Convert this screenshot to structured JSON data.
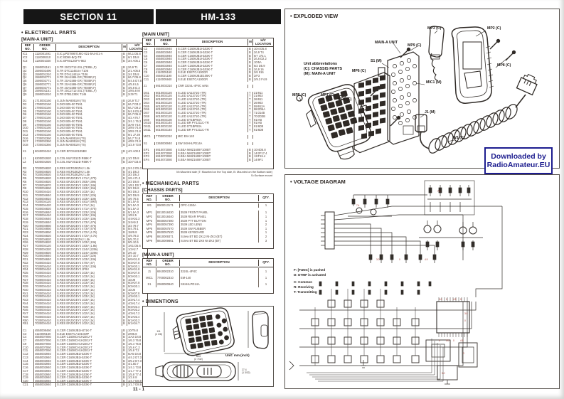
{
  "header": {
    "section": "SECTION 11",
    "model": "HM-133"
  },
  "footer": {
    "page_number": "11 - 1"
  },
  "badge": {
    "line1": "Downloaded by",
    "line2": "RadioAmateur.EU",
    "color": "#1d1d8f"
  },
  "headings": {
    "electrical": "• ELECTRICAL PARTS",
    "main_a_unit": "[MAIN-A UNIT]",
    "main_unit": "[MAIN UNIT]",
    "mechanical": "• MECHANICAL PARTS",
    "chassis_parts": "[CHASSIS PARTS]",
    "main_a_unit2": "[MAIN-A UNIT]",
    "dimensions": "• DIMENTIONS",
    "exploded": "• EXPLODED VIEW",
    "voltage": "• VOLTAGE DIAGRAM"
  },
  "col_headers": {
    "ref": "REF\nNO.",
    "order": "ORDER\nNO.",
    "desc": "DESCRIPTION",
    "m": "M",
    "hv": "H/V\nLOCATION",
    "qty": "QTY."
  },
  "notes": {
    "line1": "M=Mounted side (T: Mounted on the Top side, B: Mounted on the Bottom side)",
    "line2": "S=Surface mount"
  },
  "dimensions_box": {
    "unit_label": "Unit: mm (inch)",
    "height_label": "111\n(4 3/8)",
    "width_label": "56.6\n(2 7/32)",
    "depth_label": "27.4\n(1 3/32)"
  },
  "exploded_labels": {
    "unit_abbrev_1": "Unit abbreviations",
    "unit_abbrev_2": "(C): CHASSIS PARTS",
    "unit_abbrev_3": "(M): MAIN-A UNIT",
    "main_a_unit": "MAIN-A UNIT",
    "mp1": "MP1 (C)",
    "mp2": "MP2 (C)",
    "mp3": "MP3 (C)",
    "mp4": "MP4 (C)",
    "mp5": "MP5 (C)",
    "mp6": "MP6 (C)",
    "mp8": "MP8 (C)",
    "mp9": "MP9 (C)",
    "mic1": "MIC1 (M)",
    "s1": "S1 (M)",
    "j1": "J1 (M)",
    "w1": "W1 (C)"
  },
  "voltage_legend": {
    "l1": "F: [FUNC] is pushed",
    "l2": "D: DTMF is activated",
    "l3": "C: Common",
    "l4": "R: Receiving",
    "l5": "T: Transmitting"
  },
  "tables": {
    "left_rows": [
      [
        "IC1",
        "1110001491",
        "S.IC  µPD789071MC-021-5A4-E1-A",
        "B",
        "9/L1 D5.8"
      ],
      [
        "IC2",
        "1110009310",
        "S.IC  BD90-B/Q-TR",
        "B",
        "6/1 D5.8"
      ],
      [
        "IC3",
        "1130001020",
        "S.IC  BP0SL2OFV-9E2",
        "B",
        "3/4 A05.1"
      ],
      null,
      [
        "Q1",
        "1590001161",
        "S.TR  2SC2712-2SL (TE85L,F)",
        "B",
        "2/L9 T1"
      ],
      [
        "Q2",
        "1590002490",
        "S.TR  DTC114EUA T106",
        "B",
        "2/1 A05.8"
      ],
      [
        "Q3",
        "1590001310",
        "S.TR  DTA114EUA T106",
        "B",
        "2/4 D5.8"
      ],
      [
        "Q4",
        "1590002771",
        "S.TR  2SA1586-GR (TE85R,F)",
        "B",
        "6/L7 D5.8"
      ],
      [
        "Q5",
        "1590002771",
        "S.TR  2SA1586-GR (TE85R,F)",
        "B",
        "5/4.5 D7.8"
      ],
      [
        "Q6",
        "1590002771",
        "S.TR  2SA1586-GR (TE85R,F)",
        "B",
        "4/5.8 L5"
      ],
      [
        "Q7",
        "1590002771",
        "S.TR  2SA1586-GR (TE85R,F)",
        "B",
        "4/5.8 D.3"
      ],
      [
        "Q8",
        "1590001161",
        "S.TR  2SC2712-2SL (TE85L,F)",
        "B",
        "1/N5.8 M"
      ],
      [
        "Q9",
        "1590001010",
        "S.TR  DTB123EK T146",
        "B",
        "2/J9 T1"
      ],
      null,
      [
        "D1",
        "1710002160",
        "S.JUN MA8051M (TX)",
        "B",
        "2/L9 T17"
      ],
      [
        "D3",
        "1790002160",
        "S.DIO B05-00 T591",
        "B",
        "6/L7 D3.2"
      ],
      [
        "D4",
        "1790002160",
        "S.DIO B05-00 T591",
        "B",
        "6/L7 D9.2"
      ],
      [
        "D5",
        "1790002160",
        "S.DIO B05-00 T591",
        "B",
        "5/4.9 D5.8"
      ],
      [
        "D6",
        "1790002160",
        "S.DIO B05-00 T591",
        "B",
        "9/L7 D5.8"
      ],
      [
        "D7",
        "1790002160",
        "S.DIO B05-00 T591",
        "B",
        "4/2 A76.7"
      ],
      [
        "D8",
        "1790002160",
        "S.DIO B05-00 T591",
        "B",
        "3/4.1 76.3"
      ],
      [
        "D9",
        "1790002160",
        "S.DIO B05-00 T591",
        "B",
        "3/A9 74.8"
      ],
      [
        "D10",
        "1790002160",
        "S.DIO B05-00 T591",
        "B",
        "3/N9 74.8"
      ],
      [
        "D11",
        "1790002160",
        "S.DIO B05-00 T591",
        "B",
        "3/N9 74.8"
      ],
      [
        "D12",
        "1790002160",
        "S.DIO B05-00 T591",
        "B",
        "9/1 J7.39"
      ],
      [
        "D16",
        "1730002360",
        "S.JUN MA8051M (TX)",
        "B",
        "5/L7 74.8"
      ],
      [
        "D17",
        "1730002360",
        "S.JUN MA8051M (TX)",
        "B",
        "4/N9 74.8"
      ],
      [
        "D18",
        "1730002360",
        "S.JUN MA8051M (TX)",
        "B",
        "1/2.9 73.9"
      ],
      null,
      [
        "X1",
        "6040002410",
        "S.CER EFOS401E5B3",
        "B",
        "4/2 A00.3"
      ],
      null,
      [
        "L1",
        "6200001920",
        "S.COL MLF2012D R68K-T",
        "B",
        "1/2 D5.8"
      ],
      [
        "L2",
        "6200001920",
        "S.COL MLF2012D R68K-T",
        "B",
        "10/7 D3.8"
      ],
      null,
      [
        "R2",
        "7030004820",
        "S.RES MCR10EZHJ 1.5k",
        "B",
        "2/4.2 D5.3"
      ],
      [
        "R3",
        "7030004820",
        "S.RES MCR10EZHJ 1.5k",
        "B",
        "4/1 D6.3"
      ],
      [
        "R4",
        "7030004820",
        "S.RES MCR10EZHJ 1.5k",
        "B",
        "3/3 D6.3"
      ],
      [
        "R5",
        "7030004820",
        "S.RES ERJ3GEYJ 471V (470)",
        "B",
        "2/6 A71.2"
      ],
      [
        "R6",
        "7030004820",
        "S.RES ERJ3GEYJ 393V (39k)",
        "B",
        "2/3 D6.8"
      ],
      [
        "R7",
        "7030004870",
        "S.RES ERJ3GEYJ 183V (18k)",
        "B",
        "1/N1 D0.7"
      ],
      [
        "R8",
        "7030004860",
        "S.RES ERJ3GEYJ 153V (15k)",
        "B",
        "9/3 D6.8"
      ],
      [
        "R10",
        "7030004410",
        "S.RES ERJ3GEYJ 103V (1k)",
        "B",
        "9/3 D6.3"
      ],
      [
        "R11",
        "7030004840",
        "S.RES ERJ3GEYJ 223V (22k)",
        "B",
        "9/3 D6.9"
      ],
      [
        "R12",
        "7030004810",
        "S.RES ERJ3GEYJ 103V (10k)",
        "B",
        "4/6 76.5"
      ],
      [
        "R13",
        "7030004120",
        "S.RES ERJ3GEYJ 481V (4R0)",
        "B",
        "5/1.5A 5"
      ],
      [
        "R14",
        "7030004420",
        "S.RES ERJ3GEYJ 471V (1k)",
        "B",
        "5/1.5A 3"
      ],
      [
        "R15",
        "7030004820",
        "S.RES ERJ3GEYJ 471V (470)",
        "B",
        "5/1.5A 3"
      ],
      [
        "R16",
        "7030004840",
        "S.RES ERJ3GEYJ 223V (22k)",
        "B",
        "5/1.5A 3"
      ],
      [
        "R17",
        "7030004410",
        "S.RES ERJ3GEYJ 103V (10k)",
        "B",
        "1/N2.5"
      ],
      [
        "R18",
        "7030004640",
        "S.RES ERJ3GEYJ 103V (10k)",
        "B",
        "4/4A02.3"
      ],
      [
        "R19",
        "7030004840",
        "S.RES ERJ3GEYJ 473V (47k)",
        "B",
        "3/4A9.3"
      ],
      [
        "R20",
        "7030004850",
        "S.RES ERJ3GEYJ 473V (47k)",
        "B",
        "3/3 79.7"
      ],
      [
        "R21",
        "7030004850",
        "S.RES ERJ3GEYJ 473V (47k)",
        "B",
        "5/4.79.1"
      ],
      [
        "R23",
        "7030004850",
        "S.RES ERJ3GEYJ 472V (4.7k)",
        "B",
        "1M/9.8"
      ],
      [
        "R24",
        "7030004820",
        "S.RES ERJ3GEYJ 472V (4.7k)",
        "B",
        "4/9.79.3"
      ],
      [
        "R25",
        "7030004820",
        "S.RES MCR10EZHJ 1.5k",
        "B",
        "5/5.70.2"
      ],
      [
        "R26",
        "7030004820",
        "S.RES ERJ3GEYJ 103V (10k)",
        "B",
        "9/5.10.5"
      ],
      [
        "R27",
        "7030004120",
        "S.RES ERJ3GEYJ 183V (1.8k)",
        "B",
        "1/61 D5.6"
      ],
      [
        "R28",
        "7030004320",
        "S.RES ERJ3GEYJ 224V (220k)",
        "B",
        "1/2A2.7"
      ],
      [
        "R29",
        "7030004820",
        "S.RES ERJ3GEYJ 224V (220k)",
        "B",
        "2/6.10"
      ],
      [
        "R30",
        "7030004840",
        "S.RES ERJ3GEYJ 223V (22k)",
        "B",
        "3/4 10.7"
      ],
      [
        "R31",
        "7030004840",
        "S.RES ERJ3GEYJ 103V (10k)",
        "B",
        "6/6A01.8"
      ],
      [
        "R32",
        "7030004410",
        "S.RES ERJ3GEYJ 470V (47)",
        "B",
        "9/3A07.8"
      ],
      [
        "R33",
        "7030004410",
        "S.RES ERJ3GEYJ 103V (10k)",
        "B",
        "9/3A03.1"
      ],
      [
        "R34",
        "7030004410",
        "S.RES ERJ3GEYJ JP9V",
        "B",
        "6/5A01.8"
      ],
      [
        "R35",
        "7030004410",
        "S.RES ERJ3GEYJ 103V (1k)",
        "B",
        "9/3A07.8"
      ],
      [
        "R36",
        "7030004410",
        "S.RES ERJ3GEYJ 103V (1k)",
        "B",
        "9/3A03.1"
      ],
      [
        "R37",
        "7030004410",
        "S.RES ERJ3GEYJ 103V (1k)",
        "B",
        "10/J8"
      ],
      [
        "R38",
        "7030004410",
        "S.RES ERJ3GEYJ 103V (1k)",
        "B",
        "9/3A07.8"
      ],
      [
        "R39",
        "7030004410",
        "S.RES ERJ3GEYJ 103V (1k)",
        "B",
        "9/3A03.1"
      ],
      [
        "R40",
        "7030004410",
        "S.RES ERJ3GEYJ 103V (1k)",
        "B",
        "10/J6"
      ],
      [
        "R41",
        "7030004410",
        "S.RES ERJ3GEYJ 103V (1k)",
        "B",
        "5/3A07.8"
      ],
      [
        "R42",
        "7030004410",
        "S.RES ERJ3GEYJ 103V (1k)",
        "B",
        "4/3A03.1"
      ],
      [
        "R43",
        "7030004410",
        "S.RES ERJ3GEYJ 103V (1k)",
        "B",
        "3/3A17.4"
      ],
      [
        "R44",
        "7030004410",
        "S.RES ERJ3GEYJ 103V (1k)",
        "B",
        "4/3A17.4"
      ],
      [
        "R45",
        "7030004410",
        "S.RES ERJ3GEYJ 102V (1k)",
        "B",
        "9/3A03.4"
      ],
      [
        "R46",
        "7030004410",
        "S.RES ERJ3GEYJ 102V (1k)",
        "B",
        "9/3A03.2"
      ],
      [
        "R47",
        "7030004410",
        "S.RES ERJ3GEYJ 102V (1k)",
        "B",
        "4/3A17.2"
      ],
      [
        "R48",
        "7030004410",
        "S.RES ERJ3GEYJ 102V (1k)",
        "B",
        "9/1A03.4"
      ],
      [
        "R50",
        "7030004410",
        "S.RES ERJ3GEYJ 102V (1k)",
        "B",
        "9/1A03.2"
      ],
      [
        "R51",
        "7030004410",
        "S.RES ERJ3GEYJ 102V (1k)",
        "B",
        "9/1A04.7"
      ],
      null,
      [
        "C1",
        "4550008460",
        "S.CER C1608JB1H471K-T",
        "B",
        "10/T6.8"
      ],
      [
        "C3",
        "4110005160",
        "S.ELE ESETCA101GMP",
        "B",
        "2/M5.8"
      ],
      [
        "C4",
        "4550007060",
        "S.CER C1608CH1H220J-T",
        "B",
        "1/A2 D4.8"
      ],
      [
        "C7",
        "4550007060",
        "S.CER C1608CH1H220J-T",
        "B",
        "1/6.3 76.8"
      ],
      [
        "C9",
        "4550007060",
        "S.CER C1608CH1H220J-T",
        "B",
        "1/5.4 75.8"
      ],
      [
        "C10",
        "4550007060",
        "S.CER C1608CH1H220J-T",
        "B",
        "1/5.6 C.2"
      ],
      [
        "C11",
        "4550007060",
        "S.CER C1608CH1H220J-T",
        "B",
        "1/5.8 T.2"
      ],
      [
        "C12",
        "4550002940",
        "S.CER C1608JB1H103K-T",
        "B",
        "6/A5 D4.8"
      ],
      [
        "C13",
        "4550002940",
        "S.CER C1608JB1H103K-T",
        "B",
        "4/4.2 D7.3"
      ],
      [
        "C14",
        "4550002940",
        "S.CER C1608JB1H103K-T",
        "B",
        "3/5.2 D7.3"
      ],
      [
        "C15",
        "4550002940",
        "S.CER C1608JB1H103K-T",
        "B",
        "4/1.50.7"
      ],
      [
        "C16",
        "4550002940",
        "S.CER C1608JB1H103K-T",
        "B",
        "1/4.1 73.8"
      ],
      [
        "C17",
        "4550002940",
        "S.CER C1608JB1H103K-T",
        "B",
        "1/1.7 77.4"
      ],
      [
        "C18",
        "4550002940",
        "S.CER C1608JB1H103K-T",
        "B",
        "1/5.8 T7.4"
      ],
      [
        "C19",
        "4550002940",
        "S.CER C1608JB1H103K-T",
        "B",
        "1/2.6 8"
      ],
      [
        "C20",
        "4550002940",
        "S.CER C1608JB1H103K-T",
        "B",
        "1/4.7 D8.8"
      ],
      [
        "C21",
        "4550002940",
        "S.CER C1608JB1H103K-T",
        "B",
        "1/1.7 D8.8"
      ]
    ],
    "main_rows": [
      [
        "C2",
        "4550002940",
        "S.CER C1608JB1H102K-T",
        "B",
        "10/4 D5.8"
      ],
      [
        "C3",
        "4550002940",
        "S.CER C1608JB1H102K-T",
        "B",
        "2/L9 T4"
      ],
      [
        "C4",
        "4550002940",
        "S.CER C1608JB1H102K-T",
        "B",
        "6/7 J72.1"
      ],
      [
        "C5",
        "4550002940",
        "S.CER C1608JB1H102K-T",
        "B",
        "2/L6 D2.2"
      ],
      [
        "C6",
        "4550002940",
        "S.CER C1608JB1H102K-T",
        "B",
        "10/5A"
      ],
      [
        "C7",
        "4550002940",
        "S.CER C1608JB1H102K-T",
        "B",
        "6/2 D5.9"
      ],
      [
        "C8",
        "4550002940",
        "S.CER C1608JB1H102K-T",
        "B",
        "2/L9 16"
      ],
      [
        "C9",
        "4110005160",
        "S.ELE ESETCA100GR",
        "B",
        "2/6 916"
      ],
      [
        "C10",
        "4550021190",
        "S.CER C1608JB1E105K-T",
        "B",
        "2/F3"
      ],
      [
        "C11",
        "4110005940",
        "S.ELE ESETCA100GR",
        "B",
        "2/9.3 F4.9"
      ],
      null,
      [
        "J1",
        "6910002310",
        "CNR  3224L-4P4C w/Ns",
        "",
        ""
      ],
      null,
      [
        "DS1",
        "6010002120",
        "S.LED LN1371G-(TR)",
        "T",
        "21/911"
      ],
      [
        "DS2",
        "6010002120",
        "S.LED LN1371G-(TR)",
        "T",
        "21/903"
      ],
      [
        "DS3",
        "6010002120",
        "S.LED LN1371G-(TR)",
        "T",
        "26/911"
      ],
      [
        "DS4",
        "6010002120",
        "S.LED LN1371G-(TR)",
        "T",
        "26/903"
      ],
      [
        "DS5",
        "6010002120",
        "S.LED LN1371G-(TR)",
        "T",
        "59/912A"
      ],
      [
        "DS6",
        "6010002120",
        "S.LED LN1371G-(TR)",
        "T",
        "98/2D6A"
      ],
      [
        "DS7",
        "6010002120",
        "S.LED LN1371G-(TR)",
        "T",
        "71/314B"
      ],
      [
        "DS8",
        "6010002120",
        "S.LED LN1371G-(TR)",
        "T",
        "70/2D3B"
      ],
      [
        "DS9",
        "6010002130",
        "S.LED DT1BP93A",
        "T",
        "91/AB"
      ],
      [
        "DS10",
        "6010002140",
        "S.LED BR PY1211C-TR",
        "T",
        "91/AB"
      ],
      [
        "DS11",
        "6010002130",
        "S.LED DT1BP93A",
        "T",
        "91/6D8"
      ],
      [
        "DS11",
        "6010002140",
        "S.LED BR PY1211C-TR",
        "T",
        "91/6D8"
      ],
      null,
      [
        "MIC1",
        "7700002310",
        "MIC  EM-140",
        "",
        ""
      ],
      null,
      [
        "S1",
        "2360000940",
        "SW   SKHHLPD14A",
        "",
        ""
      ],
      null,
      [
        "EP1",
        "6910072080",
        "S.BEA MMZ1608Y100BT",
        "B",
        "10/4D5.8"
      ],
      [
        "EP2",
        "6910072080",
        "S.BEA MMZ1608Y100BT",
        "B",
        "14/2F17.4"
      ],
      [
        "EP3",
        "6910072080",
        "S.BEA MMZ1608Y100BT",
        "B",
        "13/F15.4"
      ],
      [
        "EP4",
        "6910072080",
        "S.BEA MMZ1608Y100BT",
        "B",
        "14/9F1"
      ]
    ],
    "chassis_rows": [
      [
        "W1",
        "8900013171",
        "OPC-1153A",
        "1"
      ],
      null,
      [
        "MP1",
        "8210018430",
        "3539 FRONT PANEL",
        "1"
      ],
      [
        "MP2",
        "8210018440",
        "3539 REAR PANEL",
        "1"
      ],
      [
        "MP3",
        "8930057380",
        "3539 PTT BUTTON",
        "1"
      ],
      [
        "MP4",
        "8930057390",
        "3539 LED LENS",
        "2"
      ],
      [
        "MP5",
        "8930057570",
        "3539 SW RUBBER",
        "1"
      ],
      [
        "MP6",
        "8930057530",
        "3539 KEYBOARD",
        "1"
      ],
      [
        "MP8",
        "8810009371",
        "Screw BT BD 2X12 NI-ZK3 (BT)",
        "2"
      ],
      [
        "MP9",
        "8810009861",
        "Screw BT BD 2X8 NI-ZK3 (BT)",
        "3"
      ]
    ],
    "maina2_rows": [
      [
        "J1",
        "6910002310",
        "3224L-4P4C",
        "1"
      ],
      [
        "MIC1",
        "7700002310",
        "EM-140",
        "1"
      ],
      [
        "S1",
        "2360000940",
        "SKHHLPD14A",
        "1"
      ]
    ]
  }
}
